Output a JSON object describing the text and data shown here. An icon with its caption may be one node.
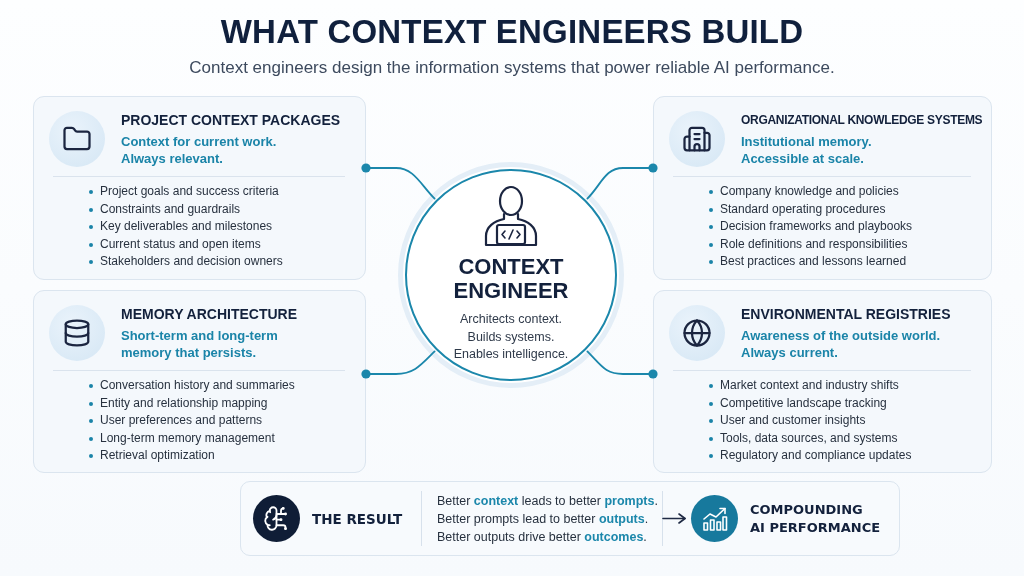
{
  "diagram": {
    "title": "WHAT CONTEXT ENGINEERS BUILD",
    "nodes": [
      {
        "text": [
          "PROJECT CONTEXT PACKAGES",
          "Context for current work. Always relevant.",
          "Project goals and success criteria",
          "Constraints and guardrails",
          "Key deliverables and milestones",
          "Current status and open items",
          "Stakeholders and decision owners"
        ]
      },
      {
        "text": [
          "ORGANIZATIONAL KNOWLEDGE SYSTEMS",
          "Institutional memory. Accessible at scale.",
          "Company knowledge and policies",
          "Standard operating procedures",
          "Decision frameworks and playbooks",
          "Role definitions and responsibilities",
          "Best practices and lessons learned"
        ]
      },
      {
        "text": [
          "CONTEXT ENGINEER",
          "Architects context.",
          "Builds systems.",
          "Enables intelligence."
        ]
      },
      {
        "text": [
          "MEMORY ARCHITECTURE",
          "Short-term and long-term memory that persists.",
          "Conversation history and summaries",
          "Entity and relationship mapping",
          "User preferences and patterns",
          "Long-term memory management",
          "Retrieval optimization"
        ]
      },
      {
        "text": [
          "ENVIRONMENTAL REGISTRIES",
          "Awareness of the outside world. Always current.",
          "Market context and industry shifts",
          "Competitive landscape tracking",
          "User and customer insights",
          "Tools, data sources, and systems",
          "Regulatory and compliance updates"
        ]
      },
      {
        "text": [
          "THE RESULT"
        ]
      },
      {
        "text": [
          "Better **context** leads to better **prompts**.",
          "Better prompts lead to better **outputs**.",
          "Better outputs drive better **outcomes**."
        ],
        "in": 5
      },
      {
        "text": [
          "COMPOUNDING AI PERFORMANCE"
        ],
        "in": 5
      }
    ],
    "edges": [
      {
        "from": 2,
        "to": 0,
        "arrow": "other"
      },
      {
        "from": 2,
        "to": 1,
        "arrow": "other"
      },
      {
        "from": 2,
        "to": 3,
        "arrow": "other"
      },
      {
        "from": 2,
        "to": 4,
        "arrow": "other"
      },
      {
        "from": 6,
        "to": 7,
        "arrow": "to",
        "color": "#1f2a44"
      }
    ],
    "labels": [
      "Context engineers design the information systems that power reliable AI performance."
    ]
  }
}
